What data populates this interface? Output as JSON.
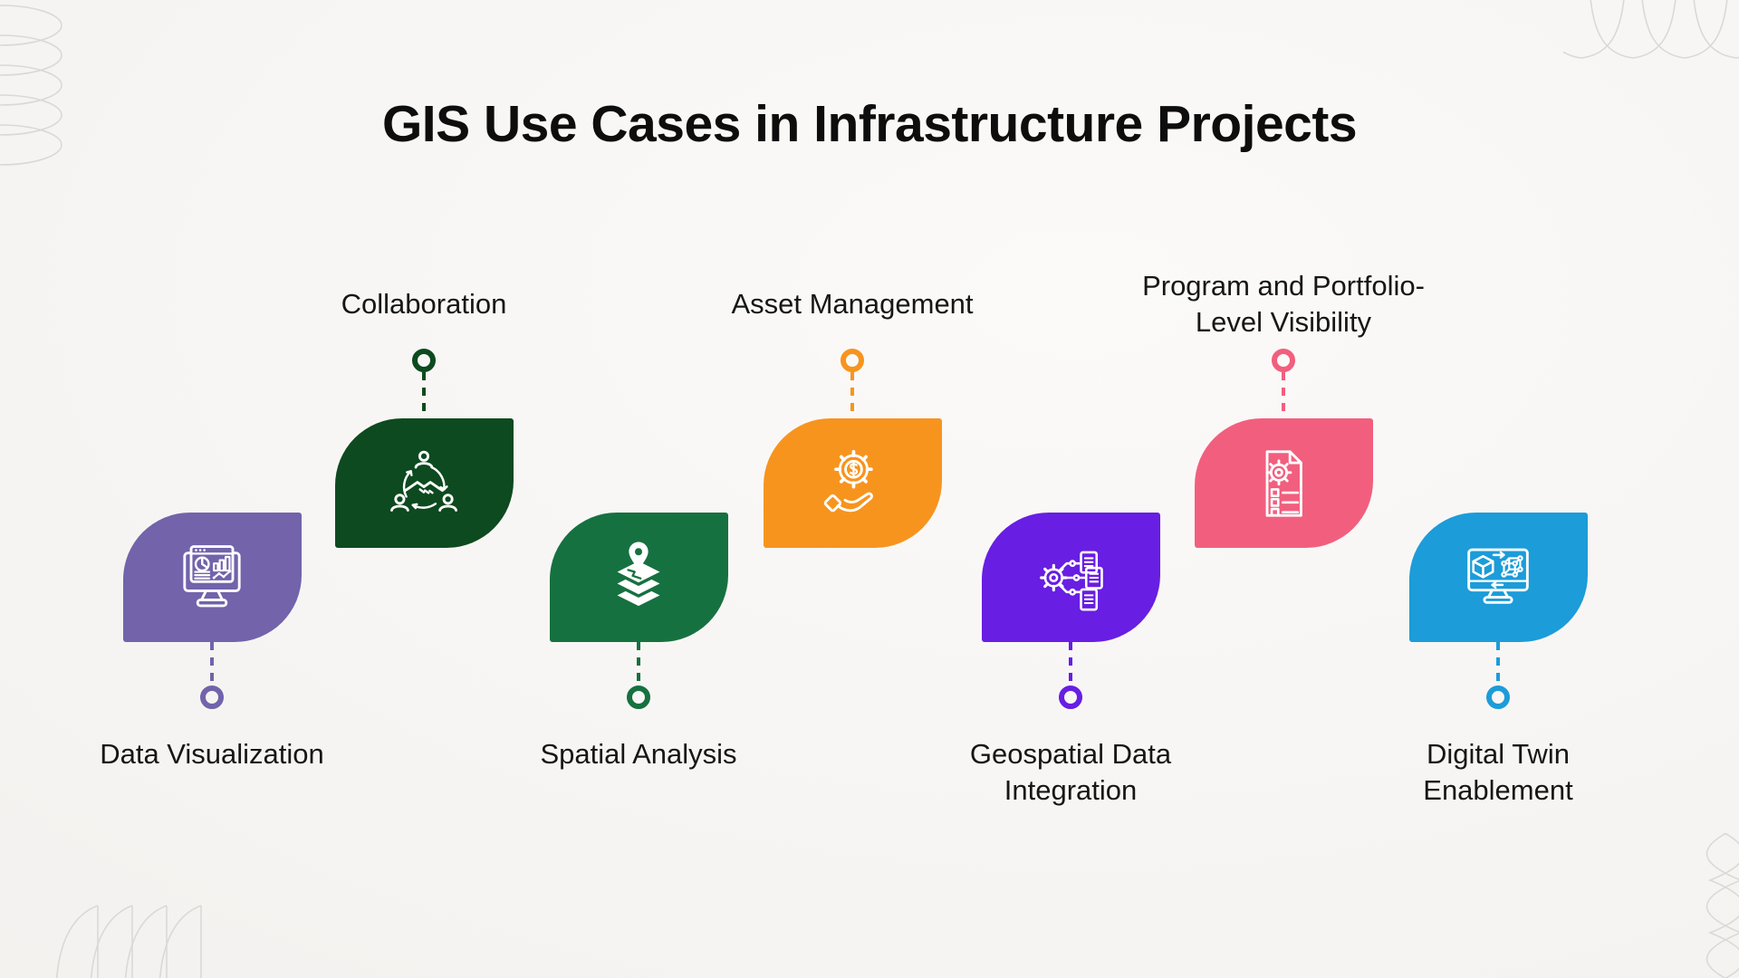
{
  "title": "GIS Use Cases in Infrastructure Projects",
  "items": [
    {
      "label": "Data Visualization",
      "color": "#7263AB",
      "icon": "data-visualization-icon",
      "label_position": "bottom"
    },
    {
      "label": "Collaboration",
      "color": "#0D4A1F",
      "icon": "collaboration-icon",
      "label_position": "top"
    },
    {
      "label": "Spatial Analysis",
      "color": "#167140",
      "icon": "spatial-analysis-icon",
      "label_position": "bottom"
    },
    {
      "label": "Asset Management",
      "color": "#F7941E",
      "icon": "asset-management-icon",
      "label_position": "top"
    },
    {
      "label": "Geospatial Data\nIntegration",
      "color": "#681EE3",
      "icon": "geospatial-data-integration-icon",
      "label_position": "bottom"
    },
    {
      "label": "Program and Portfolio-\nLevel Visibility",
      "color": "#F25F7E",
      "icon": "program-portfolio-visibility-icon",
      "label_position": "top"
    },
    {
      "label": "Digital Twin\nEnablement",
      "color": "#1C9CD9",
      "icon": "digital-twin-enablement-icon",
      "label_position": "bottom"
    }
  ],
  "style": {
    "page_background": "#f6f4f2",
    "decoration_line_color": "#dbd8d5",
    "title_color": "#0d0d0d",
    "label_color": "#161616",
    "icon_color": "#ffffff"
  },
  "decorations": [
    "coil-spring-ellipses",
    "overlapping-arches",
    "quarter-circle-sails",
    "crossing-waves"
  ]
}
